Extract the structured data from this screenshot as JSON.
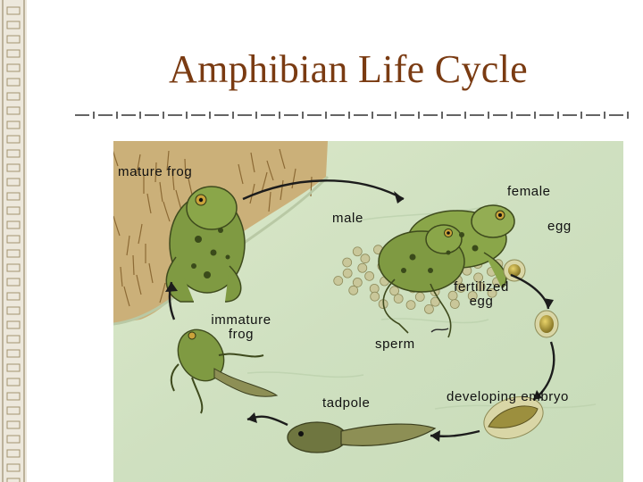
{
  "slide": {
    "title": "Amphibian Life Cycle"
  },
  "labels": {
    "mature_frog": "mature frog",
    "female": "female",
    "male": "male",
    "egg": "egg",
    "fertilized_egg_1": "fertilized",
    "fertilized_egg_2": "egg",
    "immature_frog_1": "immature",
    "immature_frog_2": "frog",
    "sperm": "sperm",
    "tadpole": "tadpole",
    "developing_embryo": "developing embryo"
  },
  "colors": {
    "title": "#7a3b12",
    "water": "#d3e2c4",
    "grass": "#b8884a",
    "frog_skin": "#7f9a42",
    "arrow": "#1c1c1c",
    "egg_mass": "#c9c79a"
  }
}
